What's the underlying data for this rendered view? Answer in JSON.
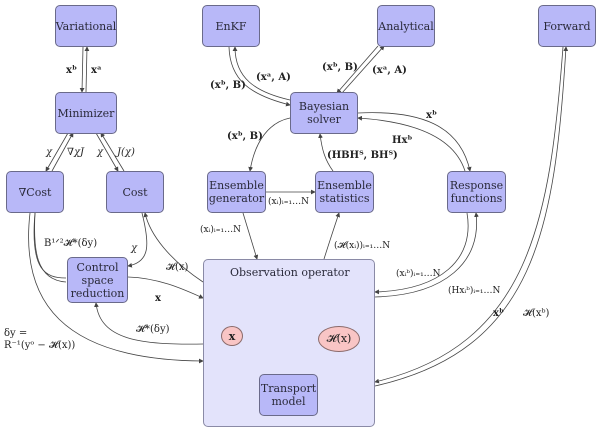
{
  "nodes": {
    "variational": "Variational",
    "enkf": "EnKF",
    "analytical": "Analytical",
    "forward": "Forward",
    "minimizer": "Minimizer",
    "bayesian_solver": "Bayesian solver",
    "grad_cost": "∇Cost",
    "cost": "Cost",
    "ensemble_generator": "Ensemble generator",
    "ensemble_statistics": "Ensemble statistics",
    "response_functions": "Response functions",
    "control_space_reduction": "Control space reduction",
    "observation_operator": "Observation operator",
    "x_node": "x",
    "hx_node": "𝓗(x)",
    "transport_model": "Transport model"
  },
  "edge_labels": {
    "var_to_min": "xᵇ",
    "min_to_var": "xᵃ",
    "min_to_gradcost": "χ",
    "gradcost_to_min": "∇χJ",
    "min_to_cost": "χ",
    "cost_to_min": "J(χ)",
    "enkf_to_bayes": "(xᵇ, B)",
    "bayes_to_enkf": "(xᵃ, A)",
    "bayes_to_analytical": "(xᵇ, B)",
    "analytical_to_bayes": "(xᵃ, A)",
    "bayes_to_ensgen": "(xᵇ, B)",
    "ensstat_to_bayes": "(HBHᵀ, BHᵀ)",
    "bayes_to_resp": "xᵇ",
    "resp_to_bayes": "Hxᵇ",
    "ensgen_to_ensstat": "(xᵢ)ᵢ₌₁…N",
    "ensgen_to_obs": "(xᵢ)ᵢ₌₁…N",
    "obs_to_ensstat": "(𝓗(xᵢ))ᵢ₌₁…N",
    "resp_to_obs": "(xᵢᵇ)ᵢ₌₁…N",
    "obs_to_resp": "(Hxᵢᵇ)ᵢ₌₁…N",
    "gradcost_to_csr": "B¹ᐟ²𝓗*(δy)",
    "csr_to_cost": "χ",
    "obs_to_cost": "𝓗(x)",
    "csr_to_obs": "x",
    "obs_to_csr": "𝓗*(δy)",
    "delta_y_line1": "δy =",
    "delta_y_line2": "R⁻¹(yᵒ − 𝓗(x))",
    "forward_to_obs": "xᵇ",
    "obs_to_forward": "𝓗(xᵇ)"
  },
  "colors": {
    "node_fill": "#b8b8f8",
    "obs_fill": "#e3e3fb",
    "ellipse_fill": "#f9c5c5"
  }
}
